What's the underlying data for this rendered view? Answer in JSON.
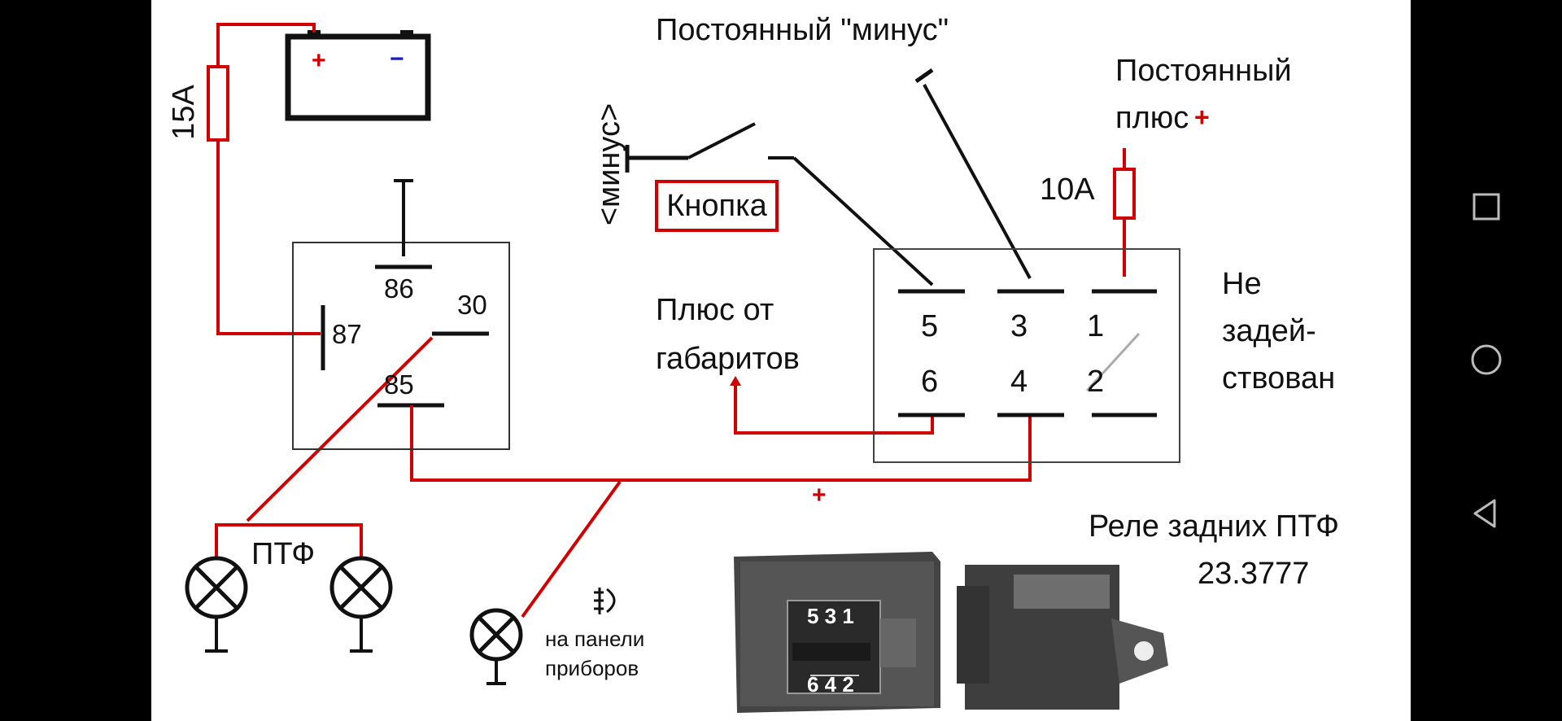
{
  "diagram": {
    "labels": {
      "fuse_main": "15A",
      "fuse_aux": "10A",
      "battery_plus": "+",
      "battery_minus": "−",
      "minus_side": "<минус>",
      "button": "Кнопка",
      "constant_minus": "Постоянный \"минус\"",
      "constant_plus_line1": "Постоянный",
      "constant_plus_line2": "плюс",
      "constant_plus_sign": "+",
      "marker_plus_line1": "Плюс от",
      "marker_plus_line2": "габаритов",
      "not_used_line1": "Не",
      "not_used_line2": "задей-",
      "not_used_line3": "ствован",
      "bus_plus": "+",
      "fog_lamps": "ПТФ",
      "dash_lamp_line1": "на панели",
      "dash_lamp_line2": "приборов",
      "relay_title_line1": "Реле задних ПТФ",
      "relay_title_line2": "23.3777",
      "photo_pins_top": "5 3 1",
      "photo_pins_bottom": "6 4 2"
    },
    "relay_pins": {
      "p86": "86",
      "p87": "87",
      "p30": "30",
      "p85": "85"
    },
    "module_pins": {
      "p1": "1",
      "p2": "2",
      "p3": "3",
      "p4": "4",
      "p5": "5",
      "p6": "6"
    },
    "colors": {
      "wire_red": "#d10000",
      "wire_black": "#111111",
      "accent_blue": "#1a1acc"
    },
    "icons": [
      "fog-light-indicator-icon",
      "lamp-icon",
      "ground-icon",
      "fuse-icon",
      "battery-icon"
    ]
  },
  "navbar": {
    "icons": [
      "recents-square-icon",
      "home-circle-icon",
      "back-triangle-icon"
    ]
  }
}
